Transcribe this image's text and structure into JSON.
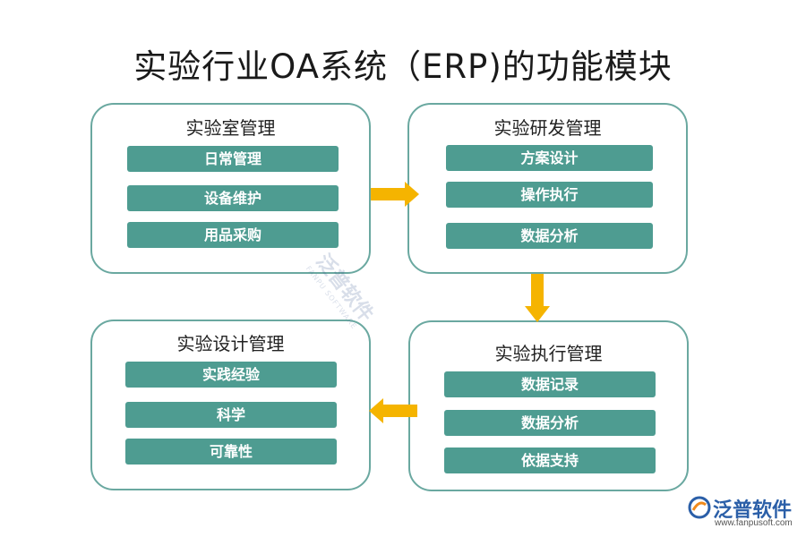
{
  "title": "实验行业OA系统（ERP)的功能模块",
  "modules": [
    {
      "title": "实验室管理",
      "items": [
        "日常管理",
        "设备维护",
        "用品采购"
      ]
    },
    {
      "title": "实验研发管理",
      "items": [
        "方案设计",
        "操作执行",
        "数据分析"
      ]
    },
    {
      "title": "实验执行管理",
      "items": [
        "数据记录",
        "数据分析",
        "依据支持"
      ]
    },
    {
      "title": "实验设计管理",
      "items": [
        "实践经验",
        "科学",
        "可靠性"
      ]
    }
  ],
  "watermark": {
    "text": "泛普软件",
    "sub": "FANPU SOFTWARE"
  },
  "logo": {
    "text": "泛普软件",
    "url": "www.fanpusoft.com"
  },
  "colors": {
    "border": "#6aa8a0",
    "item_bg": "#4e9c91",
    "arrow": "#f5b400",
    "logo": "#2b5fa8"
  }
}
